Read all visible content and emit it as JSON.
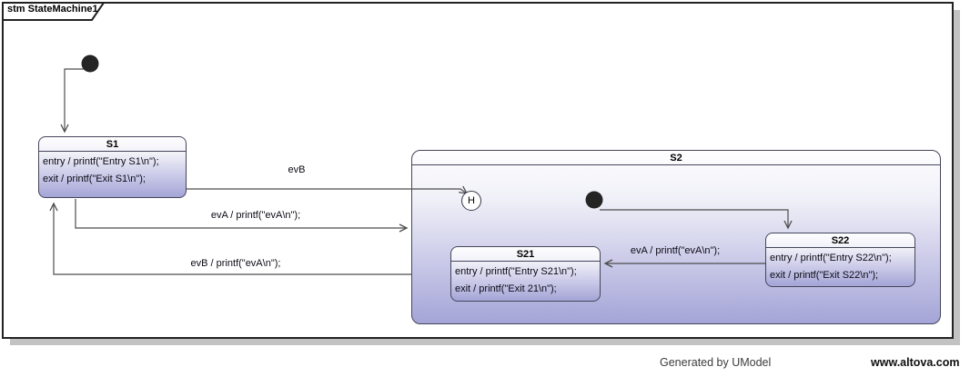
{
  "frame": {
    "tab_title": "stm StateMachine1"
  },
  "states": {
    "s1": {
      "title": "S1",
      "lines": [
        "entry / printf(\"Entry S1\\n\");",
        "exit / printf(\"Exit S1\\n\");"
      ]
    },
    "s2": {
      "title": "S2"
    },
    "s21": {
      "title": "S21",
      "lines": [
        "entry / printf(\"Entry S21\\n\");",
        "exit / printf(\"Exit 21\\n\");"
      ]
    },
    "s22": {
      "title": "S22",
      "lines": [
        "entry / printf(\"Entry S22\\n\");",
        "exit / printf(\"Exit S22\\n\");"
      ]
    }
  },
  "pseudostates": {
    "history_label": "H"
  },
  "transitions": {
    "s1_to_history": {
      "label": "evB"
    },
    "s1_to_s2": {
      "label": "evA / printf(\"evA\\n\");"
    },
    "s2_to_s1": {
      "label": "evB / printf(\"evA\\n\");"
    },
    "s22_to_s21": {
      "label": "evA / printf(\"evA\\n\");"
    }
  },
  "footer": {
    "generated": "Generated by UModel",
    "site": "www.altova.com"
  },
  "colors": {
    "state_border": "#45455c",
    "state_gradient_top": "#fefeff",
    "state_gradient_bottom": "#a4a4d7",
    "line_color": "#4d4d4d",
    "dot_color": "#242424",
    "frame_border": "#222222",
    "shadow": "#c2c2c2"
  }
}
